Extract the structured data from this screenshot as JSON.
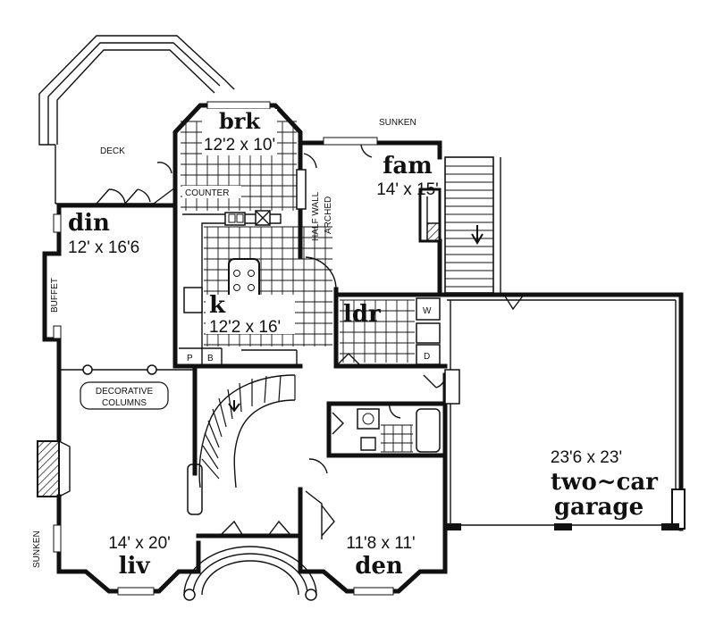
{
  "rooms": {
    "brk": {
      "name": "brk",
      "dims": "12'2 x 10'"
    },
    "fam": {
      "name": "fam",
      "dims": "14' x 15'"
    },
    "din": {
      "name": "din",
      "dims": "12' x 16'6"
    },
    "k": {
      "name": "k",
      "dims": "12'2 x 16'"
    },
    "ldr": {
      "name": "ldr"
    },
    "garage": {
      "dims": "23'6 x 23'",
      "name_line1": "two~car",
      "name_line2": "garage"
    },
    "liv": {
      "name": "liv",
      "dims": "14' x 20'"
    },
    "den": {
      "name": "den",
      "dims": "11'8 x 11'"
    }
  },
  "labels": {
    "deck": "DECK",
    "counter": "COUNTER",
    "sunken_top": "SUNKEN",
    "half_wall": "HALF WALL",
    "arched": "ARCHED",
    "buffet": "BUFFET",
    "decorative": "DECORATIVE",
    "columns": "COLUMNS",
    "sunken_left": "SUNKEN",
    "washer": "W",
    "dryer": "D",
    "pantry": "P",
    "broom": "B"
  }
}
